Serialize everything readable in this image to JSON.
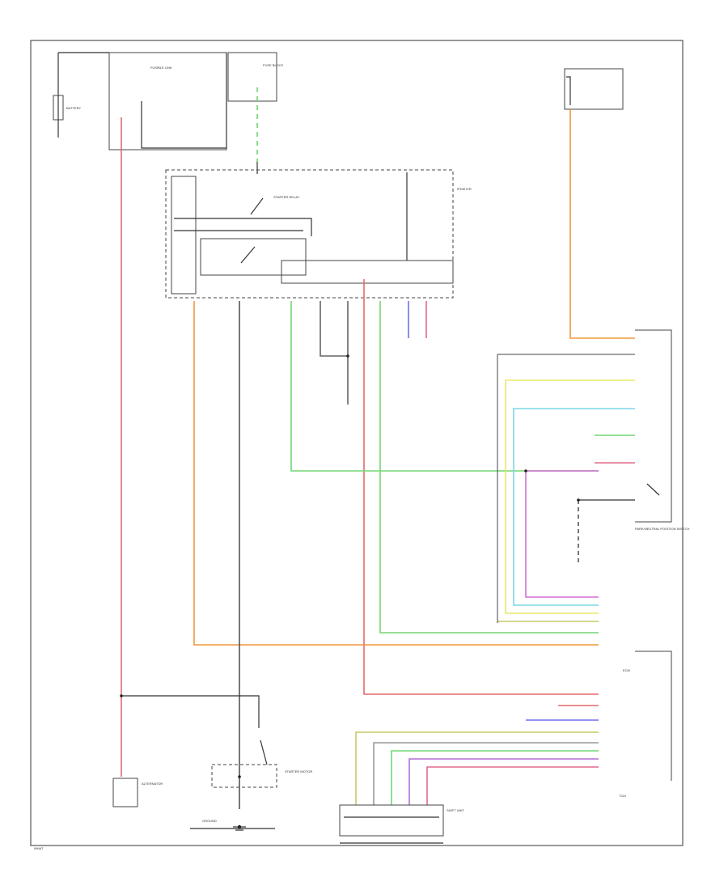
{
  "labels": {
    "battery": "BATTERY",
    "alternator": "ALTERNATOR",
    "starter_motor": "STARTER MOTOR",
    "starter_relay": "STARTER RELAY",
    "ecm": "ECM",
    "tcm": "TCM",
    "park_neutral_switch": "PARK/NEUTRAL POSITION SWITCH",
    "ipdm": "IPDM E/R",
    "shift_unit": "SHIFT UNIT",
    "ground": "GROUND",
    "fuse_block": "FUSE BLOCK",
    "fusible_link": "FUSIBLE LINK",
    "bottom_ref": "WHAT"
  },
  "colors": {
    "red": "#e46a6a",
    "orange": "#f0973c",
    "green": "#72d672",
    "purple": "#d36fd3",
    "yellow": "#e8e86a",
    "cyan": "#7cd7e6",
    "blue": "#6f6ff2",
    "olive": "#c8c86a",
    "gray": "#555555"
  }
}
